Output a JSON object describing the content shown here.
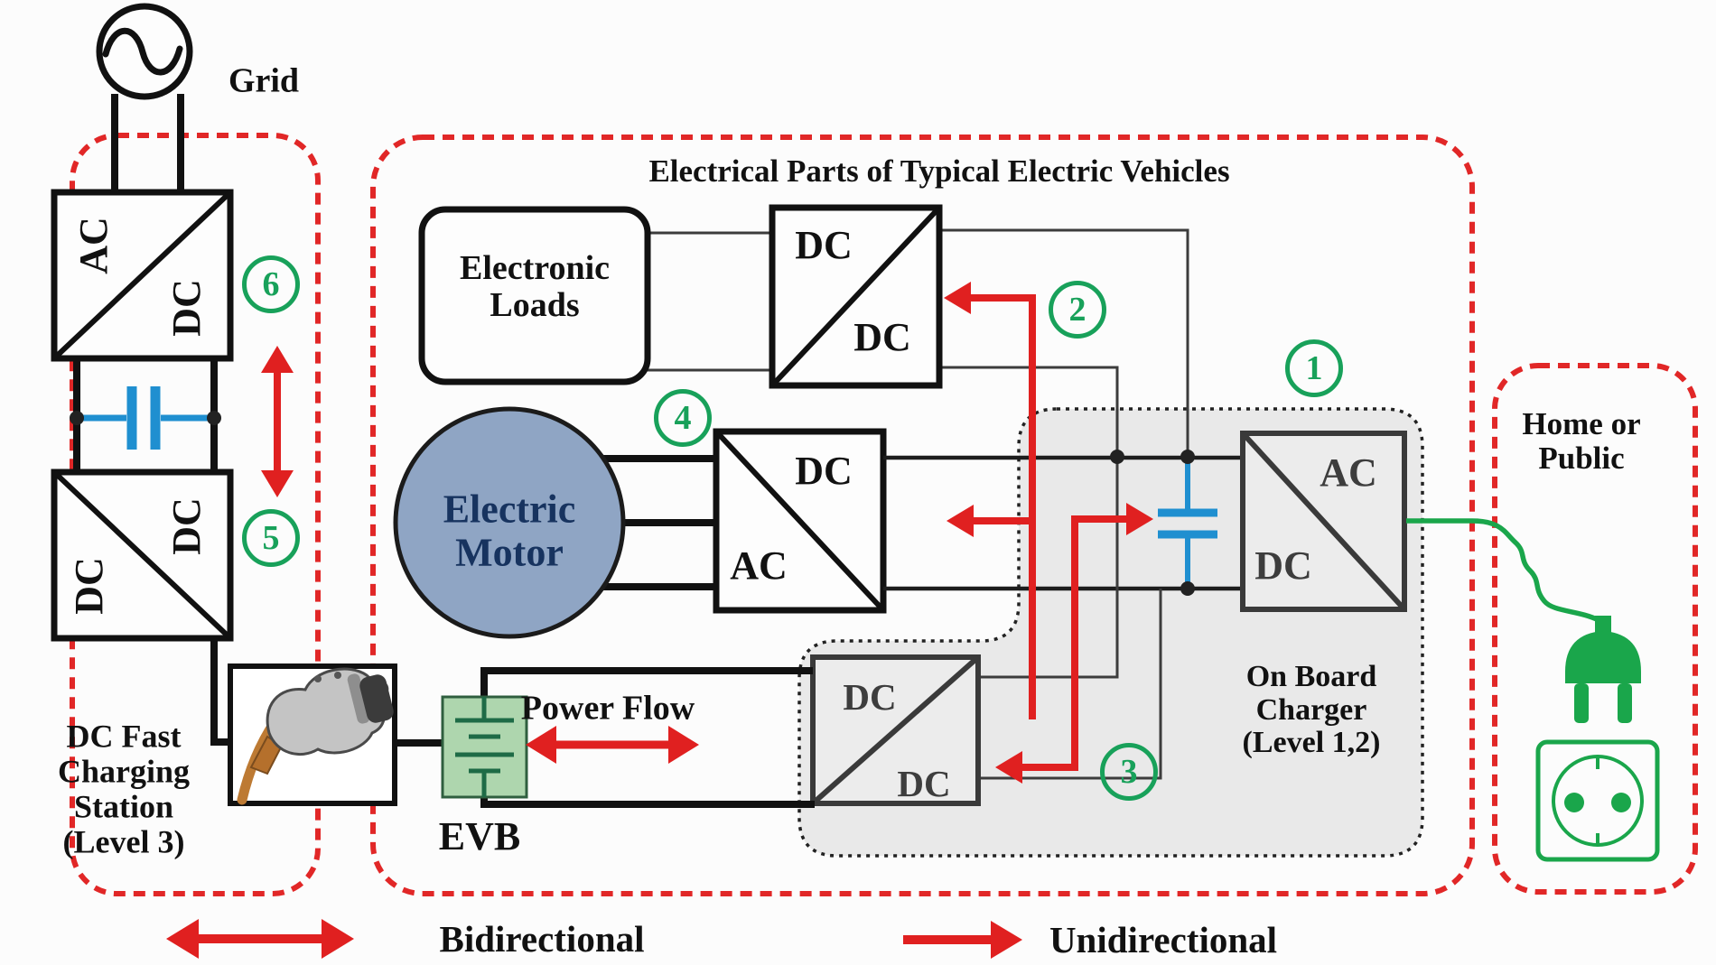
{
  "colors": {
    "red": "#e02020",
    "red_dash": "#e12727",
    "green": "#18a15a",
    "green_plug": "#1aa64b",
    "blue": "#1f8fd0",
    "motor_fill": "#8fa5c4",
    "battery_fill": "#aed6ae",
    "gray_fill": "#e9e9e9"
  },
  "header": {
    "ev_section_title": "Electrical Parts of Typical Electric Vehicles"
  },
  "grid": {
    "label": "Grid"
  },
  "station": {
    "line1": "DC Fast",
    "line2": "Charging",
    "line3": "Station",
    "line4": "(Level 3)"
  },
  "home": {
    "line1": "Home or",
    "line2": "Public"
  },
  "onboard": {
    "line1": "On Board",
    "line2": "Charger",
    "line3": "(Level 1,2)"
  },
  "loads": {
    "line1": "Electronic",
    "line2": "Loads"
  },
  "motor": {
    "line1": "Electric",
    "line2": "Motor"
  },
  "battery": {
    "label": "EVB"
  },
  "power_flow": {
    "label": "Power Flow"
  },
  "converters": {
    "c1": {
      "top": "AC",
      "bottom": "DC",
      "num": "1"
    },
    "c2": {
      "top": "DC",
      "bottom": "DC",
      "num": "2"
    },
    "c3": {
      "top": "DC",
      "bottom": "DC",
      "num": "3"
    },
    "c4": {
      "top": "DC",
      "bottom": "AC",
      "num": "4"
    },
    "c5": {
      "top": "DC",
      "bottom": "DC",
      "num": "5"
    },
    "c6": {
      "top": "AC",
      "bottom": "DC",
      "num": "6"
    }
  },
  "legend": {
    "bidirectional": "Bidirectional",
    "unidirectional": "Unidirectional"
  }
}
